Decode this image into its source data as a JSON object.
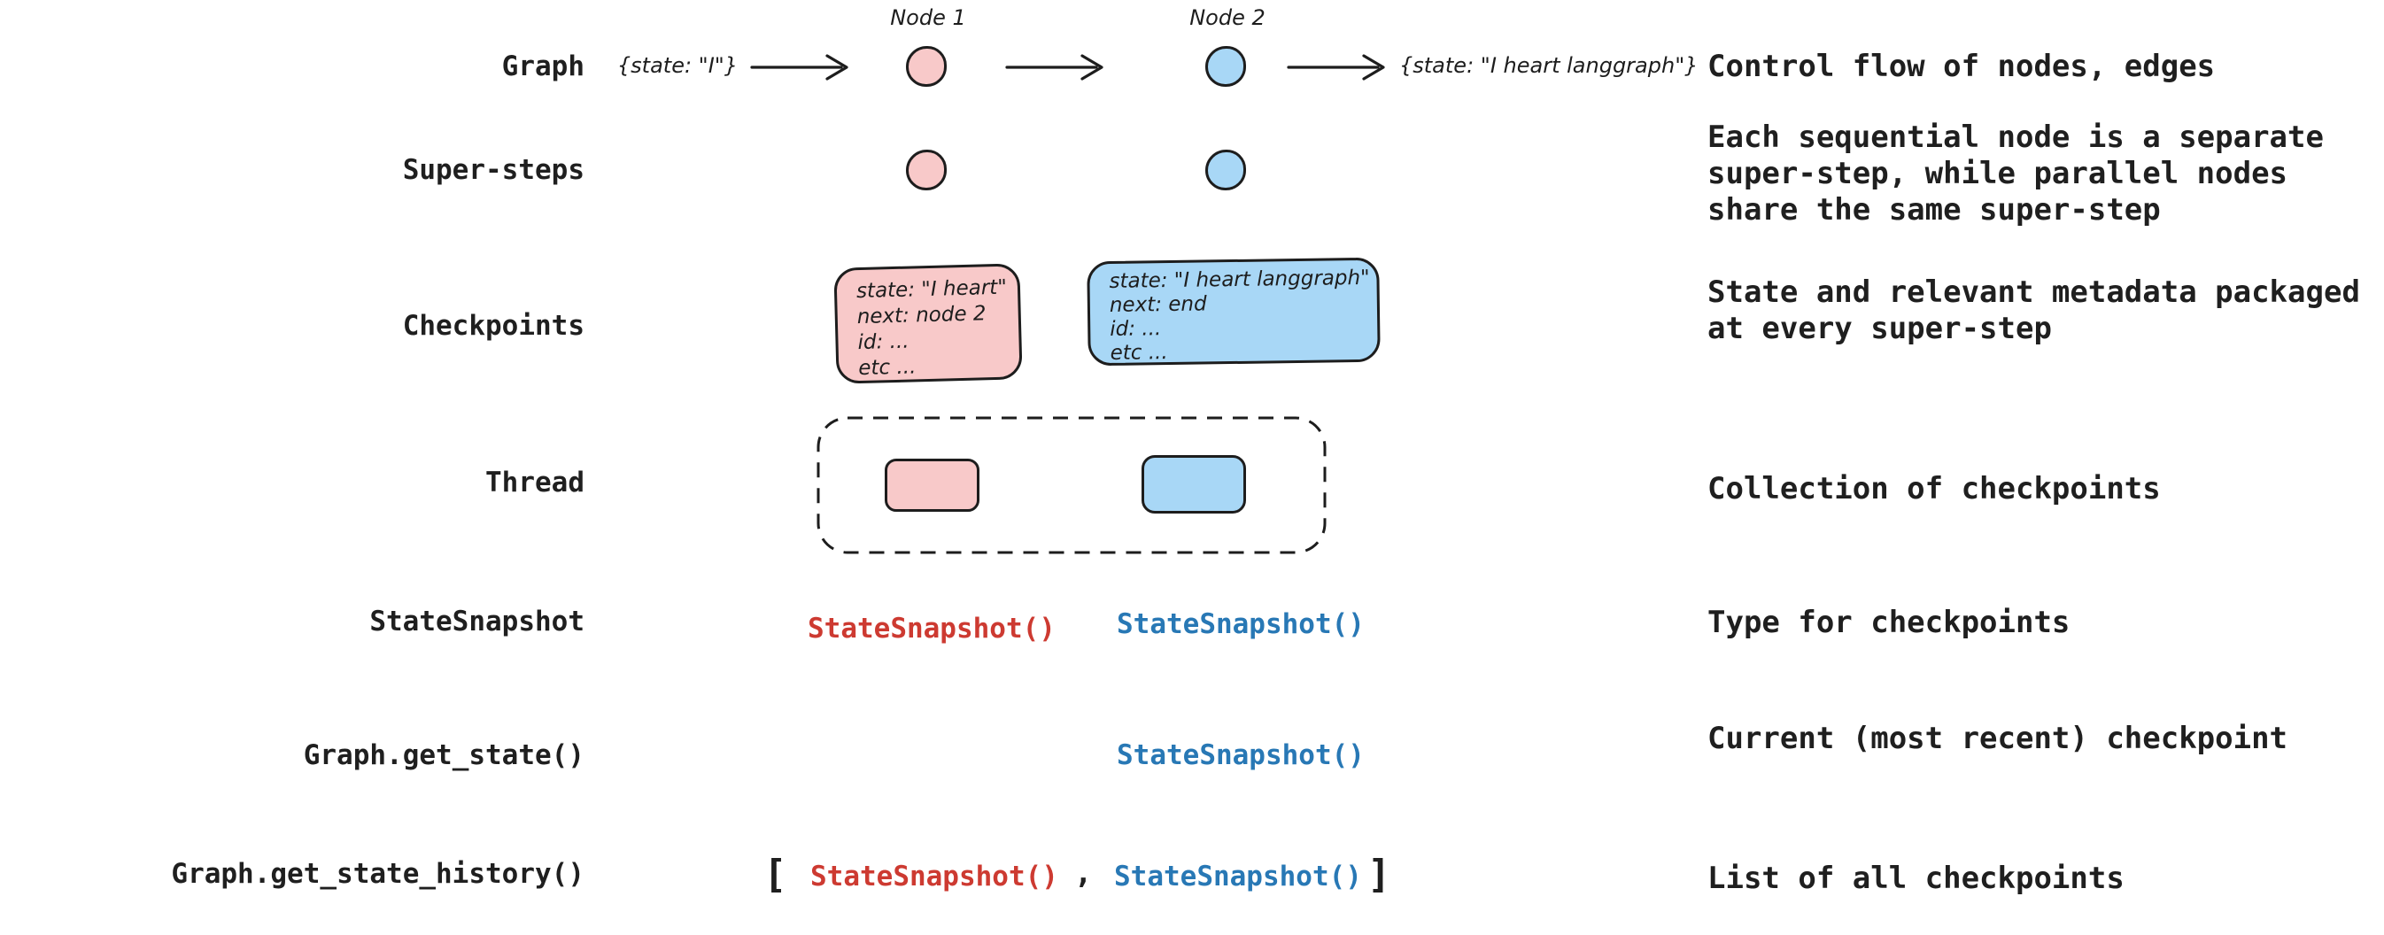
{
  "colors": {
    "node_pink": "#f8c9c9",
    "node_blue": "#a8d7f6",
    "ink": "#1d1d1d",
    "code_red": "#cd3a31",
    "code_blue": "#2878b5"
  },
  "rows": {
    "graph": {
      "label": "Graph",
      "input_state": "{state: \"I\"}",
      "node1_label": "Node 1",
      "node2_label": "Node 2",
      "output_state": "{state: \"I heart langgraph\"}",
      "description": "Control flow of nodes, edges"
    },
    "super_steps": {
      "label": "Super-steps",
      "description": "Each sequential node is a separate\nsuper-step, while parallel nodes\nshare the same super-step"
    },
    "checkpoints": {
      "label": "Checkpoints",
      "checkpoint_1_text": "state: \"I heart\"\nnext: node 2\nid: ...\netc ...",
      "checkpoint_2_text": "state: \"I heart langgraph\"\nnext: end\nid: ...\netc ...",
      "description": "State and relevant metadata packaged\nat every super-step"
    },
    "thread": {
      "label": "Thread",
      "description": "Collection of checkpoints"
    },
    "state_snapshot": {
      "label": "StateSnapshot",
      "code_red": "StateSnapshot()",
      "code_blue": "StateSnapshot()",
      "description": "Type for checkpoints"
    },
    "get_state": {
      "label": "Graph.get_state()",
      "code_blue": "StateSnapshot()",
      "description": "Current (most recent) checkpoint"
    },
    "get_state_history": {
      "label": "Graph.get_state_history()",
      "bracket_open": "[",
      "code_red": "StateSnapshot()",
      "comma": ",",
      "code_blue": "StateSnapshot()",
      "bracket_close": "]",
      "description": "List of all checkpoints"
    }
  }
}
